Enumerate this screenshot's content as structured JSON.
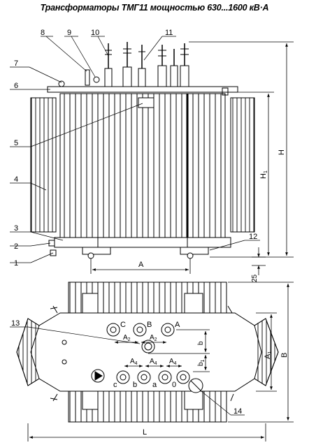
{
  "title": "Трансформаторы ТМГ11 мощностью 630...1600 кВ·А",
  "callouts": [
    "1",
    "2",
    "3",
    "4",
    "5",
    "6",
    "7",
    "8",
    "9",
    "10",
    "11",
    "12",
    "13",
    "14"
  ],
  "dims": {
    "A": "A",
    "H": "H",
    "H1": "H",
    "H1_sub": "1",
    "d25": "25",
    "L": "L",
    "B": "B",
    "A1": "A",
    "A1_sub": "1",
    "A2": "A",
    "A2_sub": "2",
    "A4": "A",
    "A4_sub": "4",
    "b": "b",
    "b1": "b",
    "b1_sub": "1"
  },
  "terminals_hv": [
    "C",
    "B",
    "A"
  ],
  "terminals_lv": [
    "c",
    "b",
    "a",
    "0"
  ]
}
